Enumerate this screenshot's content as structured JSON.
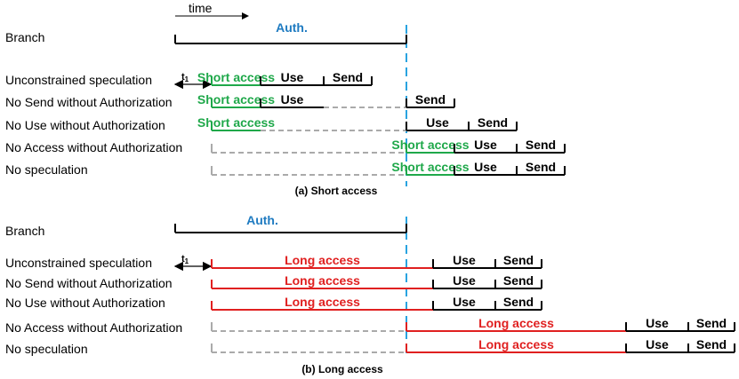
{
  "time_label": "time",
  "colors": {
    "auth": "#1f7bc1",
    "short": "#1fa84a",
    "long": "#e02020",
    "wait": "#aaaaaa",
    "line": "#000000",
    "divider": "#29a3e0"
  },
  "t1_label": "t",
  "t1_sub": "1",
  "segments": {
    "short": "Short access",
    "long": "Long access",
    "use": "Use",
    "send": "Send"
  },
  "panels": [
    {
      "auth_label": "Auth.",
      "caption": "(a) Short access",
      "rows": [
        {
          "label": "Branch"
        },
        {
          "label": "Unconstrained speculation"
        },
        {
          "label": "No Send without Authorization"
        },
        {
          "label": "No Use without Authorization"
        },
        {
          "label": "No Access without Authorization"
        },
        {
          "label": "No speculation"
        }
      ]
    },
    {
      "auth_label": "Auth.",
      "caption": "(b) Long access",
      "rows": [
        {
          "label": "Branch"
        },
        {
          "label": "Unconstrained speculation"
        },
        {
          "label": "No Send without Authorization"
        },
        {
          "label": "No Use without Authorization"
        },
        {
          "label": "No Access without Authorization"
        },
        {
          "label": "No speculation"
        }
      ]
    }
  ]
}
